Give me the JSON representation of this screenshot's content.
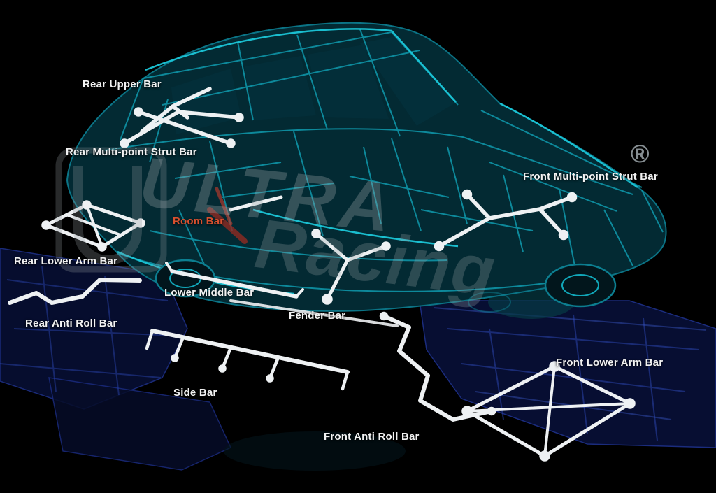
{
  "watermark": {
    "brand_top": "ULTRA",
    "brand_bottom": "Racing",
    "registered": "®"
  },
  "labels": [
    {
      "id": "rear-upper-bar",
      "text": "Rear Upper Bar",
      "color": "#f2f2f2"
    },
    {
      "id": "rear-multi-point-strut-bar",
      "text": "Rear Multi-point Strut Bar",
      "color": "#f2f2f2"
    },
    {
      "id": "room-bar",
      "text": "Room Bar",
      "color": "#d8502e"
    },
    {
      "id": "front-multi-point-strut-bar",
      "text": "Front Multi-point Strut Bar",
      "color": "#f2f2f2"
    },
    {
      "id": "rear-lower-arm-bar",
      "text": "Rear Lower Arm Bar",
      "color": "#f2f2f2"
    },
    {
      "id": "lower-middle-bar",
      "text": "Lower Middle Bar",
      "color": "#f2f2f2"
    },
    {
      "id": "fender-bar",
      "text": "Fender Bar",
      "color": "#f2f2f2"
    },
    {
      "id": "rear-anti-roll-bar",
      "text": "Rear Anti Roll Bar",
      "color": "#f2f2f2"
    },
    {
      "id": "side-bar",
      "text": "Side Bar",
      "color": "#f2f2f2"
    },
    {
      "id": "front-anti-roll-bar",
      "text": "Front Anti Roll Bar",
      "color": "#f2f2f2"
    },
    {
      "id": "front-lower-arm-bar",
      "text": "Front Lower Arm Bar",
      "color": "#f2f2f2"
    }
  ],
  "colors": {
    "background": "#000000",
    "car_stroke": "#0e93a6",
    "car_highlight": "#1bc6d8",
    "car_body_fill": "#032a33",
    "chassis_fill": "#070f33",
    "chassis_stroke": "#2742a8",
    "bar": "#eef1f3",
    "room_accent": "#b0392c",
    "watermark": "#9aa2a6"
  }
}
